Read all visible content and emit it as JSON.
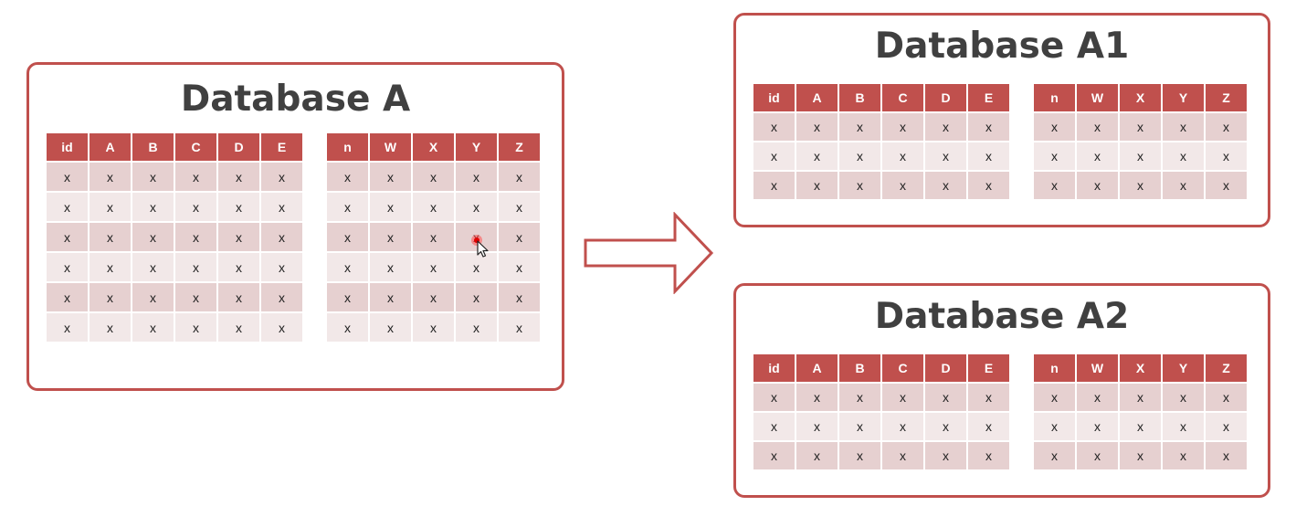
{
  "databases": {
    "a": {
      "title": "Database A"
    },
    "a1": {
      "title": "Database A1"
    },
    "a2": {
      "title": "Database A2"
    }
  },
  "tables": {
    "left": {
      "headers": [
        "id",
        "A",
        "B",
        "C",
        "D",
        "E"
      ]
    },
    "right": {
      "headers": [
        "n",
        "W",
        "X",
        "Y",
        "Z"
      ]
    }
  },
  "cell_value": "x",
  "row_counts": {
    "a": 6,
    "a1": 3,
    "a2": 3
  },
  "colors": {
    "accent": "#c0504d",
    "row_dark": "#e6d0d0",
    "row_light": "#f2e8e8",
    "title": "#404040"
  },
  "icons": {
    "arrow": "right-block-arrow-icon",
    "cursor": "mouse-pointer-icon"
  }
}
